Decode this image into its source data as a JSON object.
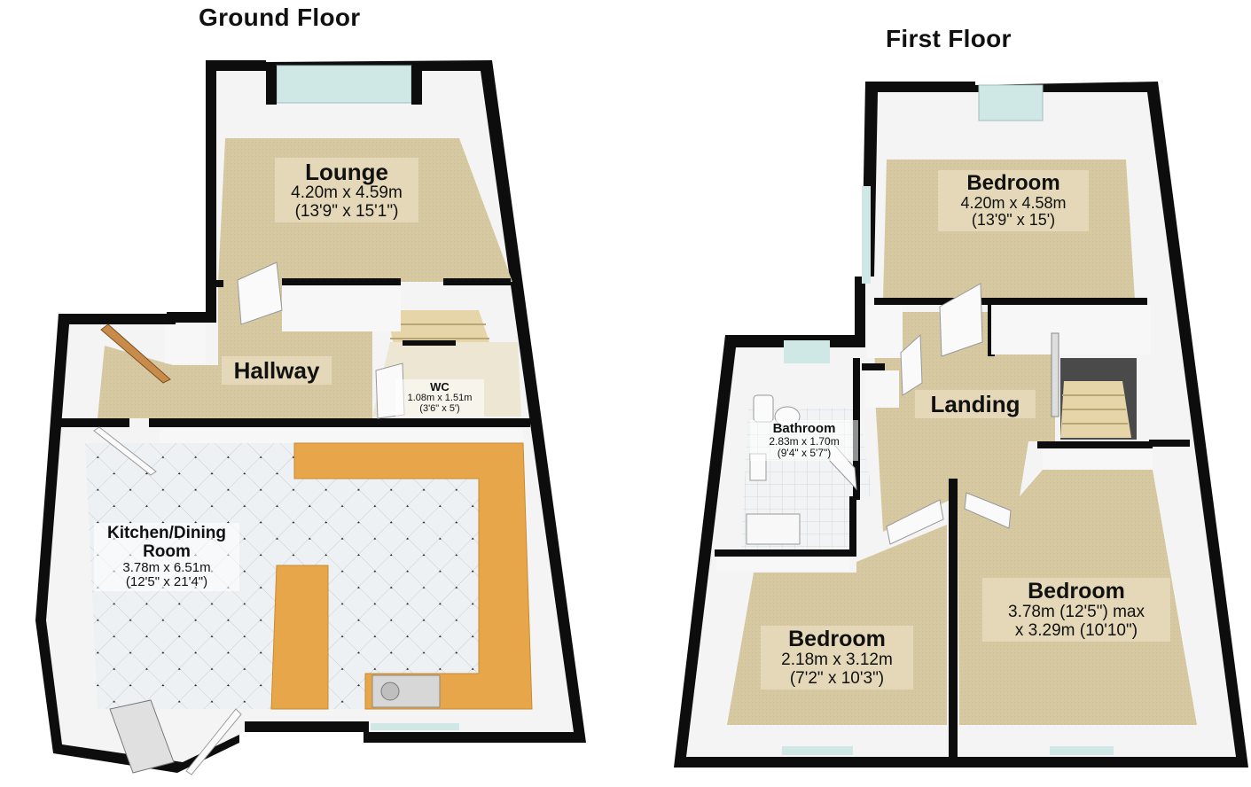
{
  "floors": {
    "ground": {
      "title": "Ground Floor",
      "rooms": {
        "lounge": {
          "name": "Lounge",
          "dim1": "4.20m x 4.59m",
          "dim2": "(13'9\" x 15'1\")"
        },
        "hallway": {
          "name": "Hallway"
        },
        "wc": {
          "name": "WC",
          "dim1": "1.08m x 1.51m",
          "dim2": "(3'6\" x 5')"
        },
        "kitchen": {
          "name1": "Kitchen/Dining",
          "name2": "Room",
          "dim1": "3.78m x 6.51m",
          "dim2": "(12'5\" x 21'4\")"
        }
      }
    },
    "first": {
      "title": "First Floor",
      "rooms": {
        "bedroom_front": {
          "name": "Bedroom",
          "dim1": "4.20m x 4.58m",
          "dim2": "(13'9\" x 15')"
        },
        "landing": {
          "name": "Landing"
        },
        "bathroom": {
          "name": "Bathroom",
          "dim1": "2.83m x 1.70m",
          "dim2": "(9'4\" x 5'7\")"
        },
        "bedroom_small": {
          "name": "Bedroom",
          "dim1": "2.18m x 3.12m",
          "dim2": "(7'2\" x 10'3\")"
        },
        "bedroom_rear": {
          "name": "Bedroom",
          "dim1": "3.78m (12'5\") max",
          "dim2": "x 3.29m (10'10\")"
        }
      }
    }
  },
  "colors": {
    "wall": "#0d0d0d",
    "carpet": "#d8cba4",
    "tile": "#eceff1",
    "worktop": "#e8a64a",
    "window": "#cfe8e6",
    "inner_wall": "#f4f4f4"
  }
}
